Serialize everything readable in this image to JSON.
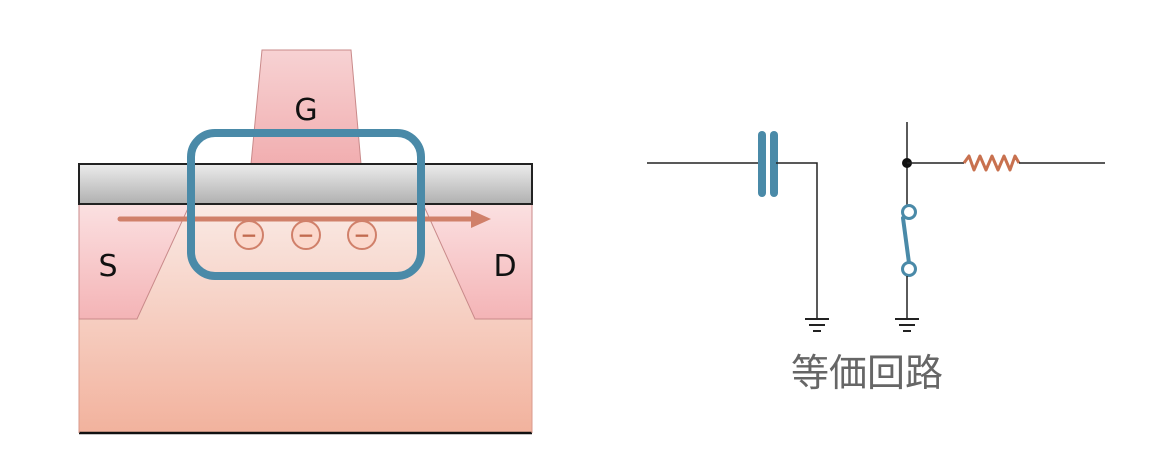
{
  "device": {
    "gate_label": "G",
    "source_label": "S",
    "drain_label": "D",
    "carrier_symbol": "−",
    "carrier_count": 3
  },
  "circuit": {
    "caption": "等価回路"
  },
  "colors": {
    "teal": "#4a8aa8",
    "arrow": "#d0806a",
    "resistor": "#c8714f",
    "oxide_top": "#e6e6e6",
    "oxide_bottom": "#b3b3b3",
    "substrate_top": "#f9e3de",
    "substrate_bottom": "#f2b4a0",
    "region_pink": "#f4b5b7"
  },
  "icons": [
    "switch-icon",
    "ground-icon",
    "capacitor-icon",
    "resistor-icon",
    "junction-dot-icon"
  ]
}
